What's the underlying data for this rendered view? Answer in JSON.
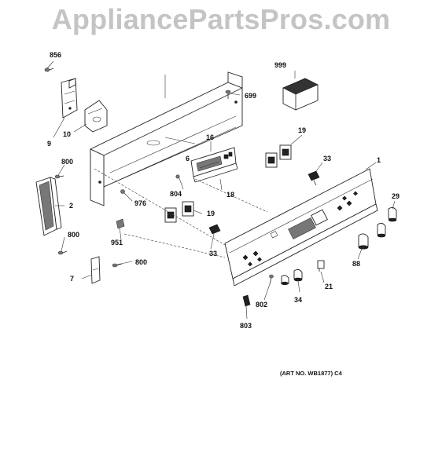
{
  "watermark": "AppliancePartsPros.com",
  "art_note": "(ART NO. WB1877) C4",
  "callouts": [
    {
      "id": "856",
      "text": "856"
    },
    {
      "id": "9",
      "text": "9"
    },
    {
      "id": "10",
      "text": "10"
    },
    {
      "id": "6",
      "text": "6"
    },
    {
      "id": "699",
      "text": "699"
    },
    {
      "id": "999",
      "text": "999"
    },
    {
      "id": "19a",
      "text": "19"
    },
    {
      "id": "16",
      "text": "16"
    },
    {
      "id": "33a",
      "text": "33"
    },
    {
      "id": "1",
      "text": "1"
    },
    {
      "id": "800a",
      "text": "800"
    },
    {
      "id": "804",
      "text": "804"
    },
    {
      "id": "18",
      "text": "18"
    },
    {
      "id": "2",
      "text": "2"
    },
    {
      "id": "976",
      "text": "976"
    },
    {
      "id": "19b",
      "text": "19"
    },
    {
      "id": "29",
      "text": "29"
    },
    {
      "id": "800b",
      "text": "800"
    },
    {
      "id": "951",
      "text": "951"
    },
    {
      "id": "33b",
      "text": "33"
    },
    {
      "id": "800c",
      "text": "800"
    },
    {
      "id": "88",
      "text": "88"
    },
    {
      "id": "7",
      "text": "7"
    },
    {
      "id": "21",
      "text": "21"
    },
    {
      "id": "802",
      "text": "802"
    },
    {
      "id": "34",
      "text": "34"
    },
    {
      "id": "803",
      "text": "803"
    }
  ]
}
